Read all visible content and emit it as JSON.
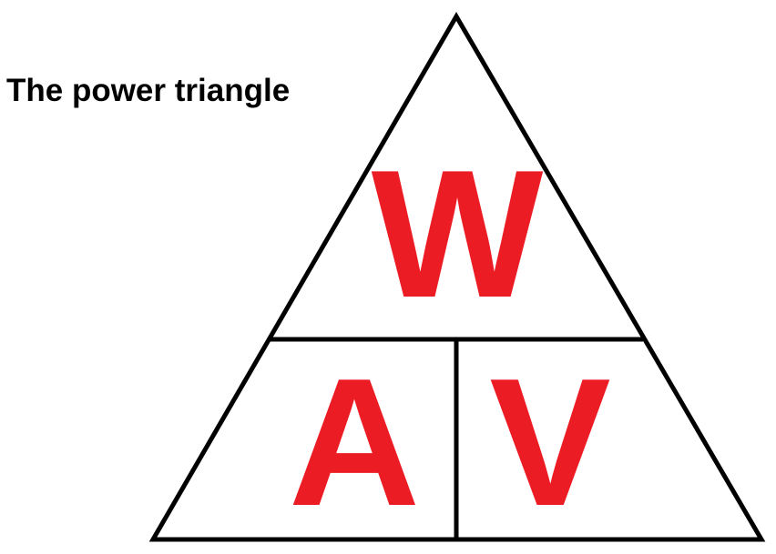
{
  "title": "The power triangle",
  "triangle": {
    "top_label": "W",
    "bottom_left_label": "A",
    "bottom_right_label": "V",
    "letter_color": "#ec1c24",
    "line_color": "#000000"
  }
}
